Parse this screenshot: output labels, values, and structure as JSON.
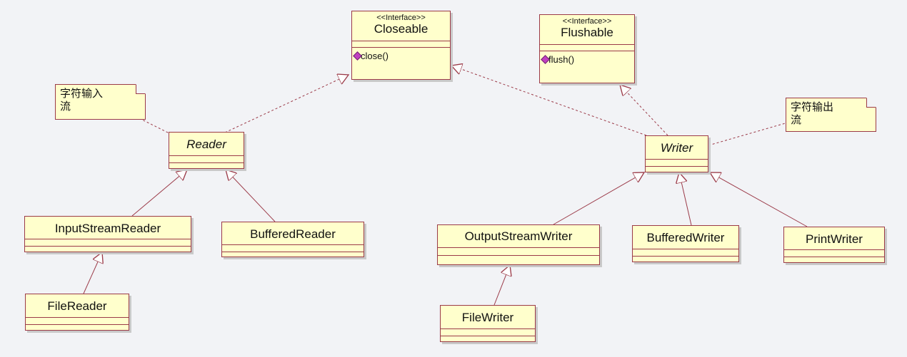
{
  "interfaces": {
    "closeable": {
      "stereotype": "<<Interface>>",
      "name": "Closeable",
      "operation": "close()"
    },
    "flushable": {
      "stereotype": "<<Interface>>",
      "name": "Flushable",
      "operation": "flush()"
    }
  },
  "classes": {
    "reader": "Reader",
    "writer": "Writer",
    "input_stream_reader": "InputStreamReader",
    "buffered_reader": "BufferedReader",
    "file_reader": "FileReader",
    "output_stream_writer": "OutputStreamWriter",
    "buffered_writer": "BufferedWriter",
    "print_writer": "PrintWriter",
    "file_writer": "FileWriter"
  },
  "notes": {
    "reader_note": {
      "line1": "字符输入",
      "line2": "流"
    },
    "writer_note": {
      "line1": "字符输出",
      "line2": "流"
    }
  },
  "colors": {
    "class_fill": "#ffffcc",
    "class_border": "#9b3a48",
    "operation_marker": "#c040c0",
    "background": "#f2f3f6"
  }
}
